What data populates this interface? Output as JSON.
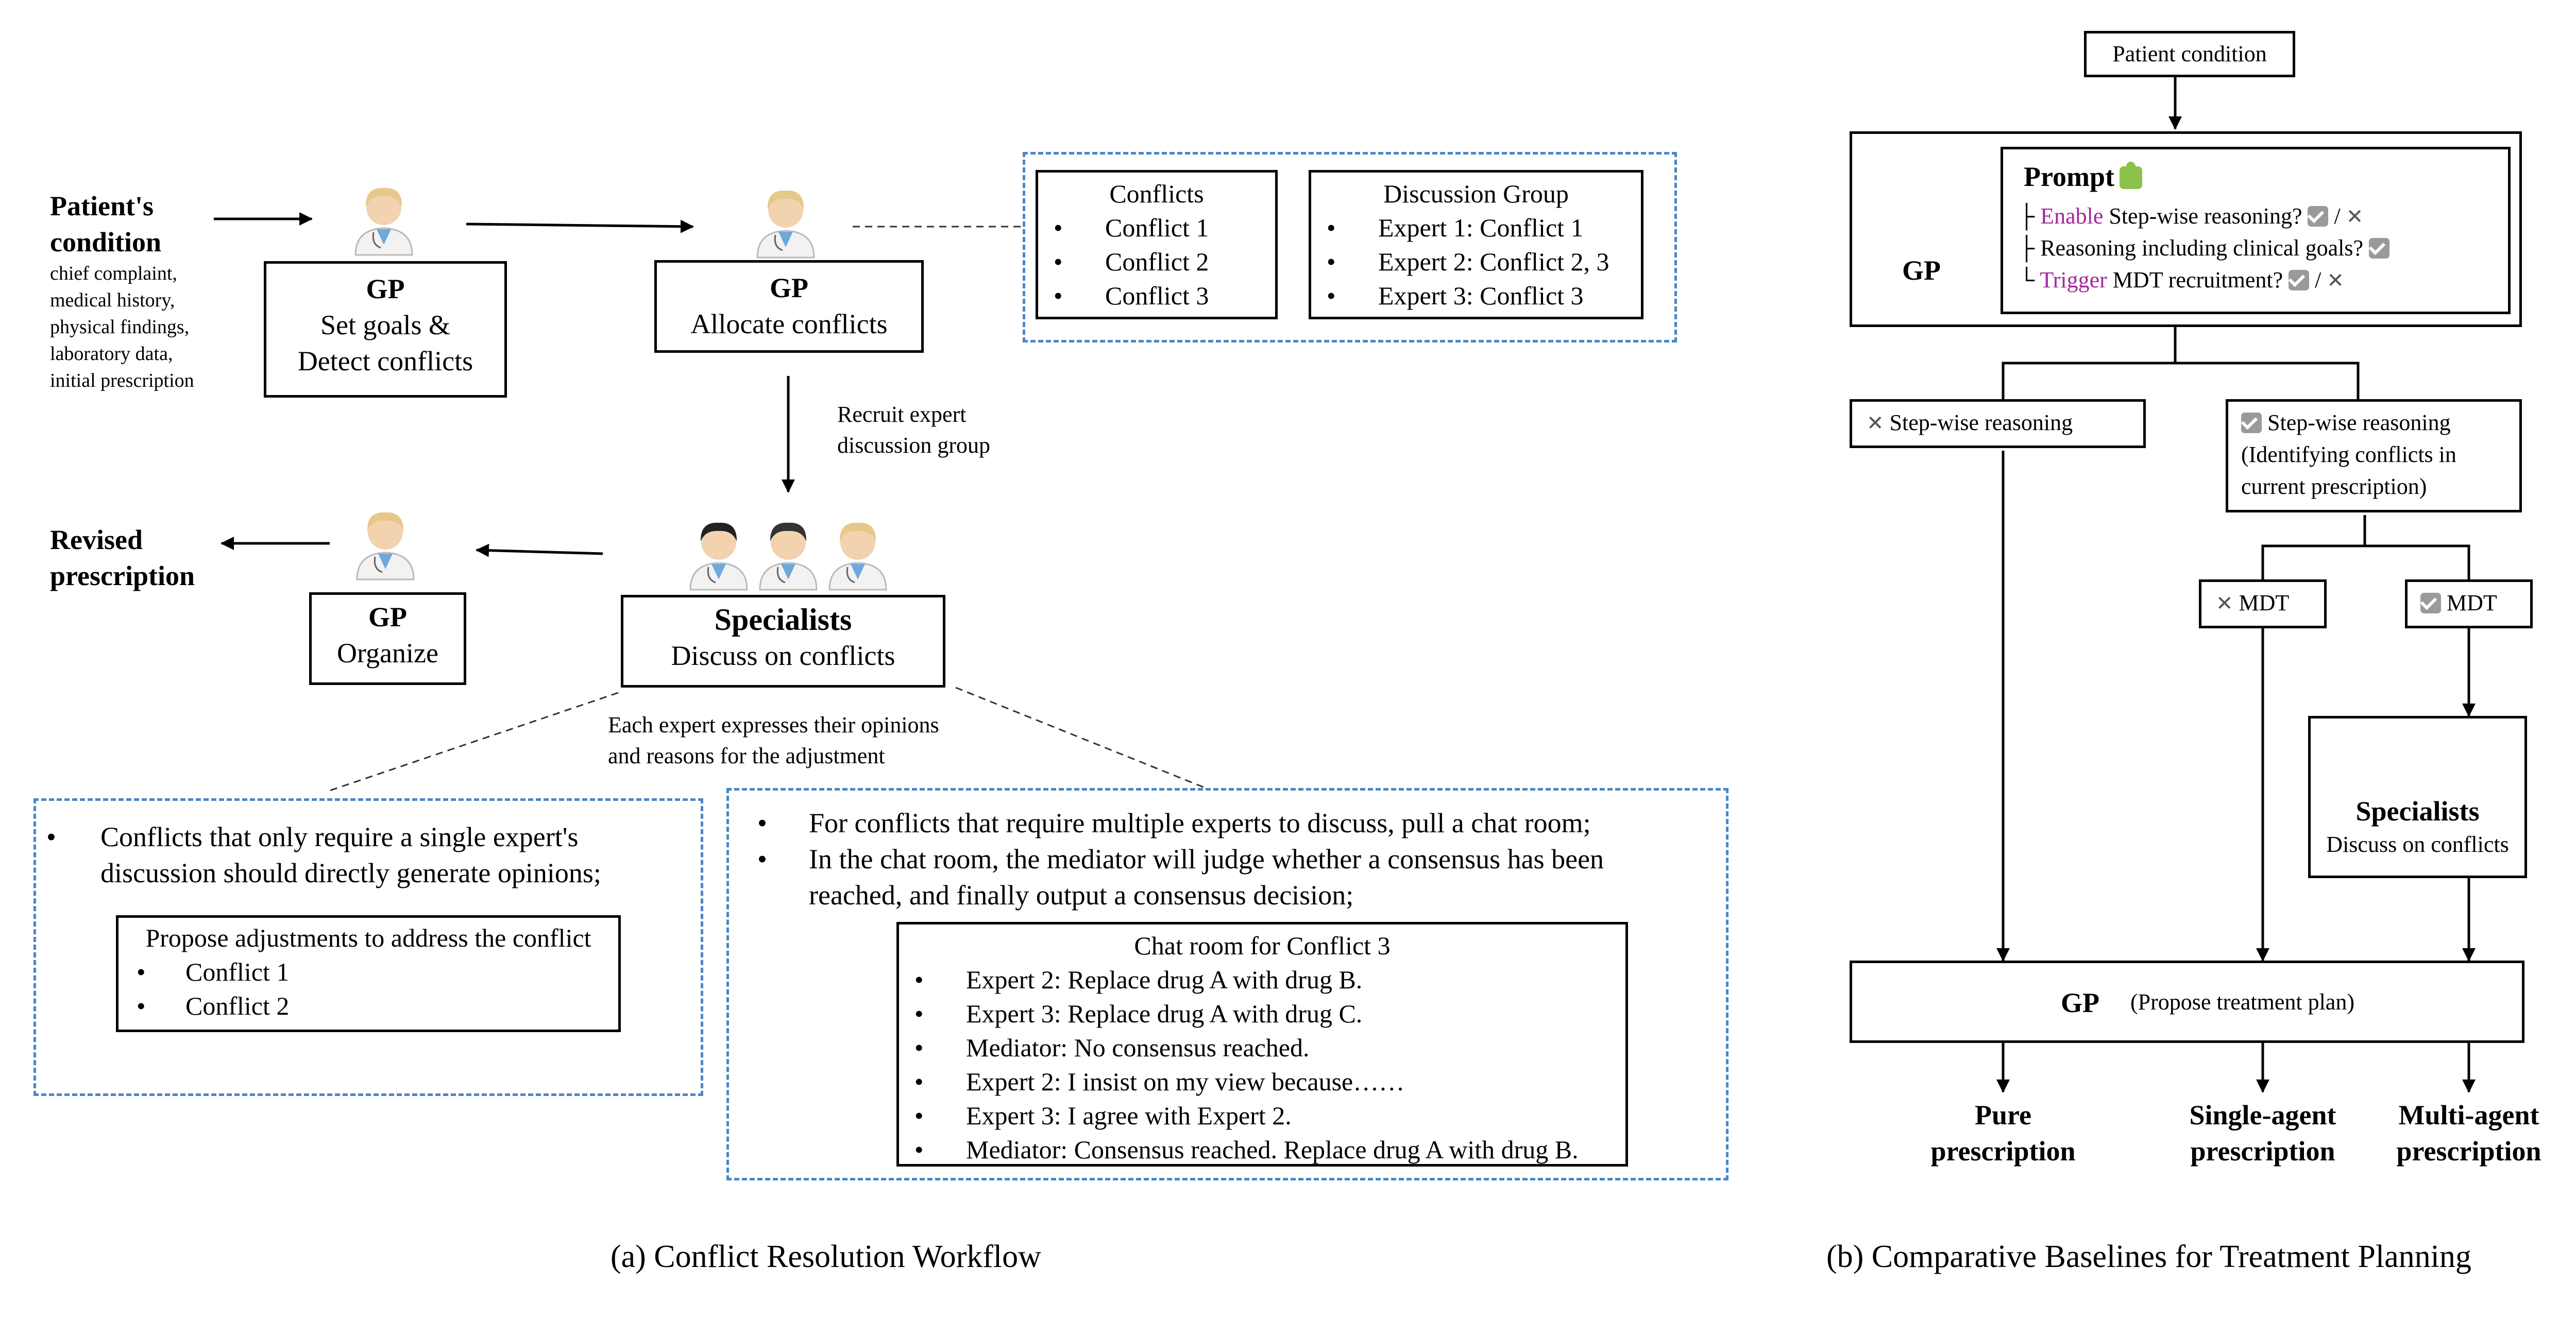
{
  "panel_a": {
    "caption": "(a) Conflict Resolution Workflow",
    "patient": {
      "title": "Patient's condition",
      "details": [
        "chief complaint,",
        "medical history,",
        "physical findings,",
        "laboratory data,",
        "initial prescription"
      ]
    },
    "gp_goals": {
      "title": "GP",
      "line1": "Set goals &",
      "line2": "Detect conflicts"
    },
    "gp_allocate": {
      "title": "GP",
      "line1": "Allocate conflicts"
    },
    "conflicts_box": {
      "title": "Conflicts",
      "items": [
        "Conflict 1",
        "Conflict 2",
        "Conflict 3"
      ]
    },
    "discussion_box": {
      "title": "Discussion Group",
      "items": [
        "Expert 1: Conflict 1",
        "Expert 2: Conflict 2, 3",
        "Expert 3: Conflict 3"
      ]
    },
    "recruit_label": {
      "line1": "Recruit expert",
      "line2": "discussion group"
    },
    "specialists": {
      "title": "Specialists",
      "line1": "Discuss on conflicts"
    },
    "gp_organize": {
      "title": "GP",
      "line1": "Organize"
    },
    "revised": {
      "line1": "Revised",
      "line2": "prescription"
    },
    "expert_note": {
      "line1": "Each expert expresses their opinions",
      "line2": "and reasons for the adjustment"
    },
    "single_expert": {
      "bullet_line1": "Conflicts that only require a single expert's",
      "bullet_line2": "discussion should directly generate opinions;",
      "inner_title": "Propose adjustments to address the conflict",
      "inner_items": [
        "Conflict 1",
        "Conflict 2"
      ]
    },
    "multi_expert": {
      "bullet1": "For conflicts that require multiple experts to discuss, pull a chat room;",
      "bullet2_line1": "In the chat room, the mediator will judge whether a consensus has been",
      "bullet2_line2": "reached, and finally output a consensus decision;",
      "chat_title": "Chat room for Conflict 3",
      "chat_items": [
        "Expert 2: Replace drug A with drug B.",
        "Expert 3: Replace drug A with drug C.",
        "Mediator: No consensus reached.",
        "Expert 2: I insist on my view because……",
        "Expert 3: I agree with Expert 2.",
        "Mediator: Consensus reached. Replace drug A with drug B."
      ]
    },
    "bullet_glyph": "•"
  },
  "panel_b": {
    "caption": "(b) Comparative Baselines for Treatment Planning",
    "patient_condition": "Patient condition",
    "gp_label": "GP",
    "prompt": {
      "title": "Prompt",
      "line1_highlight": "Enable",
      "line1_rest": " Step-wise reasoning?",
      "line2": "Reasoning including clinical goals?",
      "line3_highlight": "Trigger",
      "line3_rest": " MDT recruitment?",
      "slash": "/",
      "tree_glyph": "├",
      "tree_last": "└"
    },
    "no_stepwise": "Step-wise reasoning",
    "yes_stepwise": {
      "line1": "Step-wise reasoning",
      "line2": "(Identifying conflicts in",
      "line3": "current prescription)"
    },
    "no_mdt": "MDT",
    "yes_mdt": "MDT",
    "specialists": {
      "title": "Specialists",
      "line1": "Discuss on conflicts"
    },
    "gp_plan": {
      "title": "GP",
      "note": "(Propose treatment plan)"
    },
    "outputs": [
      {
        "line1": "Pure",
        "line2": "prescription"
      },
      {
        "line1": "Single-agent",
        "line2": "prescription"
      },
      {
        "line1": "Multi-agent",
        "line2": "prescription"
      }
    ],
    "x_glyph": "✕",
    "highlight_color": "#a3289a"
  }
}
